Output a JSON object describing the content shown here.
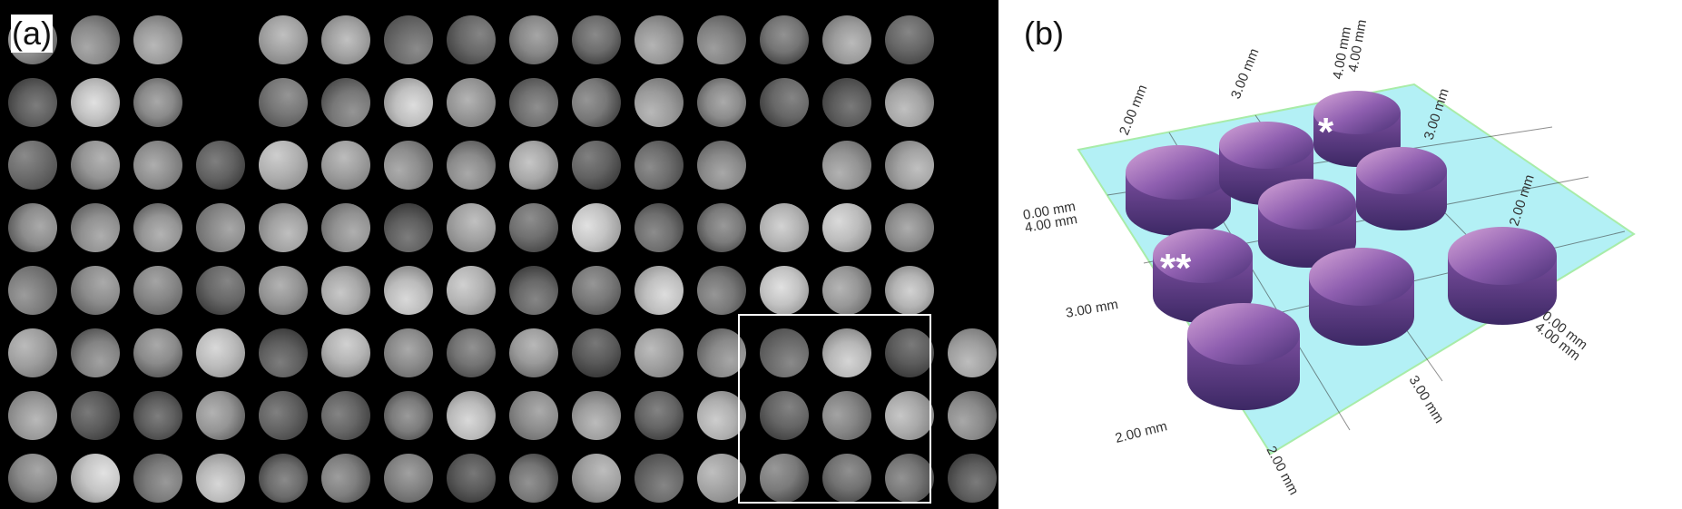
{
  "panel_a": {
    "label": "(a)",
    "grid_rows": 8,
    "grid_cols": 16,
    "missing_cores": [
      [
        0,
        3
      ],
      [
        0,
        15
      ],
      [
        1,
        3
      ],
      [
        1,
        15
      ],
      [
        2,
        12
      ],
      [
        2,
        15
      ],
      [
        3,
        15
      ],
      [
        4,
        15
      ]
    ],
    "highlight_color": "#ffffff"
  },
  "panel_b": {
    "label": "(b)",
    "bed_color": "#a9eef2",
    "bed_edge_color": "#9ee8a8",
    "tissue_colors": [
      "#c99ad0",
      "#6f4b98",
      "#3f2a6a"
    ],
    "axis_labels": {
      "top_left_a": "2.00 mm",
      "top_left_b": "3.00 mm",
      "top_right_a": "4.00 mm",
      "top_right_b": "4.00 mm",
      "right_a": "3.00 mm",
      "right_b": "2.00 mm",
      "left_a": "0.00 mm",
      "left_b": "4.00 mm",
      "left_c": "3.00 mm",
      "bottom_a": "2.00 mm",
      "bottom_b": "3.00 mm",
      "bottom_c": "2.00 mm",
      "right_bottom_a": "0.00 mm",
      "right_bottom_b": "4.00 mm"
    },
    "markers": {
      "single": "*",
      "double": "**"
    }
  }
}
